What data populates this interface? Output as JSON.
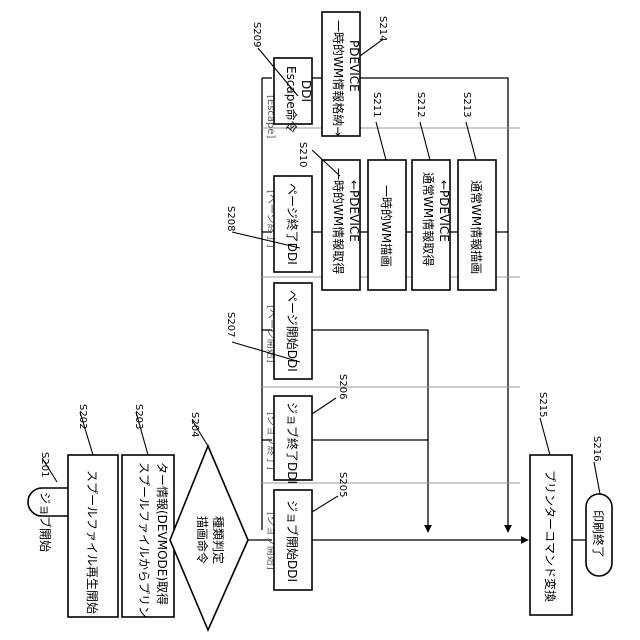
{
  "steps": {
    "s201": {
      "id": "S201",
      "text": "ジョブ開始"
    },
    "s202": {
      "id": "S202",
      "text": "スプールファイル再生開始"
    },
    "s203": {
      "id": "S203",
      "line1": "スプールファイルからプリン",
      "line2": "ター情報(DEVMODE)取得"
    },
    "s204": {
      "id": "S204",
      "line1": "描画命令",
      "line2": "種類判定"
    },
    "s205": {
      "id": "S205",
      "text": "ジョブ開始DDI"
    },
    "s206": {
      "id": "S206",
      "text": "ジョブ終了DDI"
    },
    "s207": {
      "id": "S207",
      "text": "ページ開始DDI"
    },
    "s208": {
      "id": "S208",
      "text": "ページ終了DDI"
    },
    "s209": {
      "id": "S209",
      "line1": "Escape命令",
      "line2": "DDI"
    },
    "s210": {
      "id": "S210",
      "line1": "一時的WM情報取得",
      "line2": "←PDEVICE"
    },
    "s211": {
      "id": "S211",
      "text": "一時的WM描画"
    },
    "s212": {
      "id": "S212",
      "line1": "通常WM情報取得",
      "line2": "←PDEVICE"
    },
    "s213": {
      "id": "S213",
      "text": "通常WM情報描画"
    },
    "s214": {
      "id": "S214",
      "line1": "一時的WM情報格納→",
      "line2": "PDEVICE"
    },
    "s215": {
      "id": "S215",
      "text": "プリンターコマンド変換"
    },
    "s216": {
      "id": "S216",
      "text": "印刷終了"
    }
  },
  "lanes": {
    "job_start": "[ジョブ開始]",
    "job_end": "[ジョブ終了]",
    "page_start": "[ページ開始]",
    "page_end": "[ページ終了]",
    "escape": "[Escape]"
  }
}
